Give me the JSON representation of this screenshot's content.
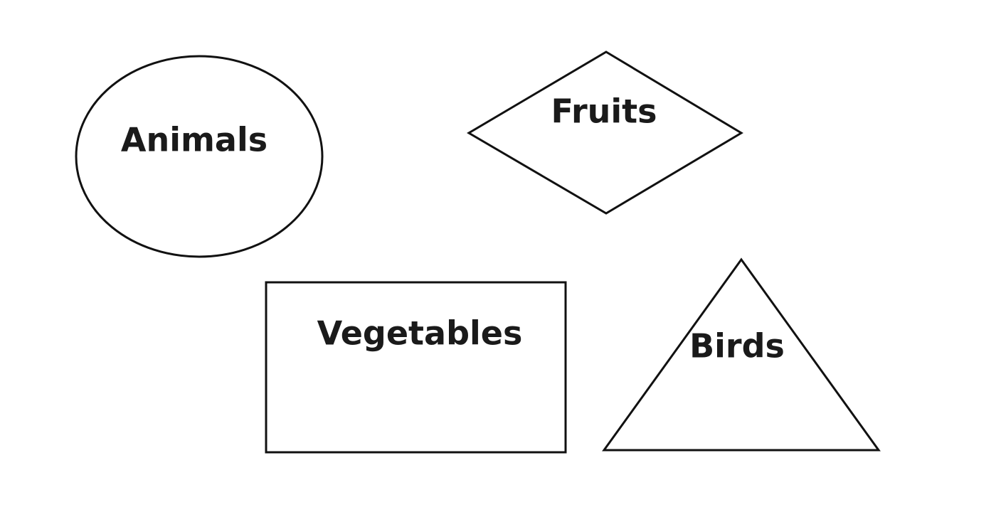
{
  "shapes": {
    "animals": {
      "label": "Animals",
      "shape": "ellipse"
    },
    "fruits": {
      "label": "Fruits",
      "shape": "diamond"
    },
    "vegetables": {
      "label": "Vegetables",
      "shape": "rectangle"
    },
    "birds": {
      "label": "Birds",
      "shape": "triangle"
    }
  },
  "colors": {
    "stroke": "#111111",
    "text": "#1a1a1a",
    "background": "#ffffff"
  }
}
